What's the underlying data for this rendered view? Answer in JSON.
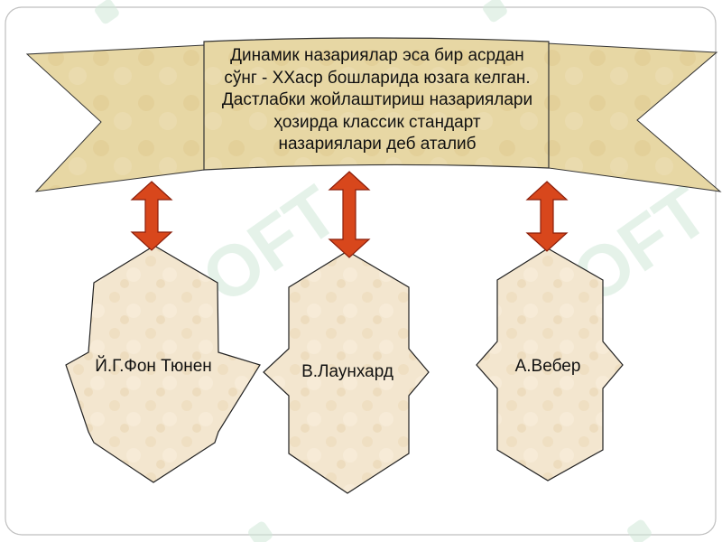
{
  "banner": {
    "lines": [
      "Динамик назариялар эса бир асрдан",
      "сўнг - XXаср бошларида юзага келган.",
      "Дастлабки жойлаштириш назариялари",
      "ҳозирда классик стандарт",
      "назариялари деб аталиб"
    ]
  },
  "nodes": [
    {
      "label": "Й.Г.Фон Тюнен"
    },
    {
      "label": "В.Лаунхард"
    },
    {
      "label": "А.Вебер"
    }
  ],
  "colors": {
    "banner_fill": "#e7d7a4",
    "star_fill": "#f3e6cf",
    "arrow_fill": "#d8471c",
    "arrow_stroke": "#8b1e0a",
    "frame_stroke": "#bfbfbf",
    "watermark": "#cfe8d8"
  }
}
